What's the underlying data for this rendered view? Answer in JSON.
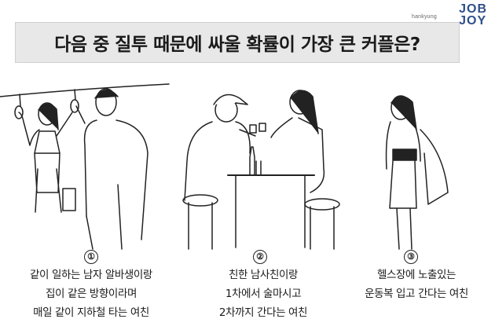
{
  "brand": {
    "small_text": "hankyung",
    "logo_line1": "JOB",
    "logo_line2": "JOY"
  },
  "title": "다음 중 질투 때문에 싸울 확률이 가장 큰 커플은?",
  "options": [
    {
      "number": "①",
      "lines": [
        "같이 일하는 남자 알바생이랑",
        "집이 같은 방향이라며",
        "매일 같이 지하철 타는 여친"
      ]
    },
    {
      "number": "②",
      "lines": [
        "친한 남사친이랑",
        "1차에서 술마시고",
        "2차까지 간다는 여친"
      ]
    },
    {
      "number": "③",
      "lines": [
        "헬스장에 노출있는",
        "운동복 입고 간다는 여친"
      ]
    }
  ]
}
